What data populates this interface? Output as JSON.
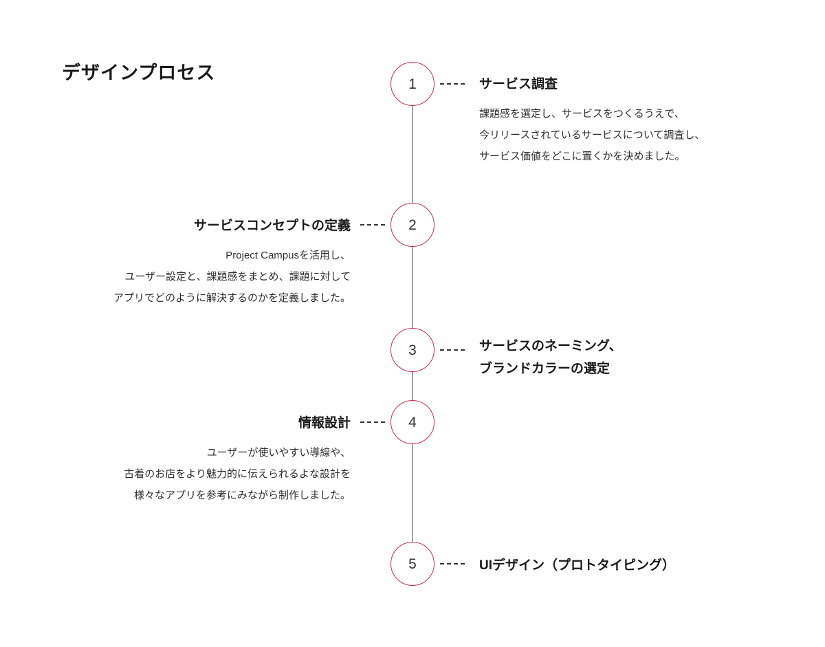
{
  "colors": {
    "accent": "#c5304a",
    "line": "#4a4a4a",
    "title-text": "#1a1a1a",
    "body-text": "#2e2e2e"
  },
  "page": {
    "title": "デザインプロセス"
  },
  "timeline": {
    "steps": [
      {
        "number": "1",
        "side": "right",
        "title": "サービス調査",
        "description": "課題感を選定し、サービスをつくるうえで、\n今リリースされているサービスについて調査し、\nサービス価値をどこに置くかを決めました。"
      },
      {
        "number": "2",
        "side": "left",
        "title": "サービスコンセプトの定義",
        "description": "Project Campusを活用し、\nユーザー設定と、課題感をまとめ、課題に対して\nアプリでどのように解決するのかを定義しました。"
      },
      {
        "number": "3",
        "side": "right",
        "title": "サービスのネーミング、\nブランドカラーの選定",
        "description": ""
      },
      {
        "number": "4",
        "side": "left",
        "title": "情報設計",
        "description": "ユーザーが使いやすい導線や、\n古着のお店をより魅力的に伝えられるよな設計を\n様々なアプリを参考にみながら制作しました。"
      },
      {
        "number": "5",
        "side": "right",
        "title": "UIデザイン（プロトタイピング）",
        "description": ""
      }
    ]
  }
}
